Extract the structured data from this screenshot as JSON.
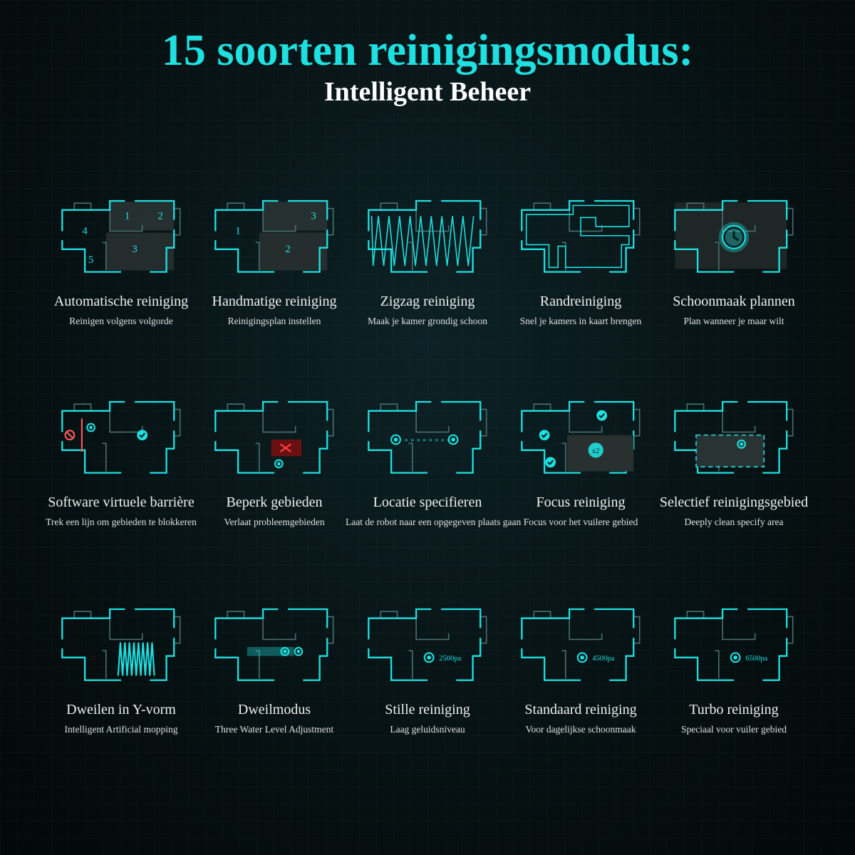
{
  "header": {
    "title": "15 soorten reinigingsmodus:",
    "subtitle": "Intelligent Beheer"
  },
  "accent_color": "#1fe0e0",
  "modes": [
    {
      "title": "Automatische reiniging",
      "subtitle": "Reinigen volgens volgorde",
      "variant": "auto",
      "labels": [
        "1",
        "2",
        "3",
        "4",
        "5"
      ]
    },
    {
      "title": "Handmatige reiniging",
      "subtitle": "Reinigingsplan instellen",
      "variant": "manual",
      "labels": [
        "3",
        "1",
        "2"
      ]
    },
    {
      "title": "Zigzag reiniging",
      "subtitle": "Maak je kamer grondig schoon",
      "variant": "zigzag",
      "labels": []
    },
    {
      "title": "Randreiniging",
      "subtitle": "Snel je kamers in kaart brengen",
      "variant": "edge",
      "labels": []
    },
    {
      "title": "Schoonmaak plannen",
      "subtitle": "Plan wanneer je maar wilt",
      "variant": "schedule",
      "labels": []
    },
    {
      "title": "Software virtuele barrière",
      "subtitle": "Trek een lijn om gebieden te blokkeren",
      "variant": "barrier",
      "labels": []
    },
    {
      "title": "Beperk gebieden",
      "subtitle": "Verlaat probleemgebieden",
      "variant": "restrict",
      "labels": []
    },
    {
      "title": "Locatie specifieren",
      "subtitle": "Laat de robot naar een opgegeven plaats gaan",
      "variant": "locate",
      "labels": []
    },
    {
      "title": "Focus reiniging",
      "subtitle": "Focus voor het vuilere gebied",
      "variant": "focus",
      "labels": [
        "x2"
      ]
    },
    {
      "title": "Selectief reinigingsgebied",
      "subtitle": "Deeply clean specify area",
      "variant": "select",
      "labels": []
    },
    {
      "title": "Dweilen in Y-vorm",
      "subtitle": "Intelligent Artificial mopping",
      "variant": "ymop",
      "labels": []
    },
    {
      "title": "Dweilmodus",
      "subtitle": "Three Water Level Adjustment",
      "variant": "mop",
      "labels": []
    },
    {
      "title": "Stille reiniging",
      "subtitle": "Laag geluidsniveau",
      "variant": "suction",
      "labels": [
        "2500pa"
      ]
    },
    {
      "title": "Standaard reiniging",
      "subtitle": "Voor dagelijkse schoonmaak",
      "variant": "suction",
      "labels": [
        "4500pa"
      ]
    },
    {
      "title": "Turbo reiniging",
      "subtitle": "Speciaal voor vuiler gebied",
      "variant": "suction",
      "labels": [
        "6500pa"
      ]
    }
  ]
}
